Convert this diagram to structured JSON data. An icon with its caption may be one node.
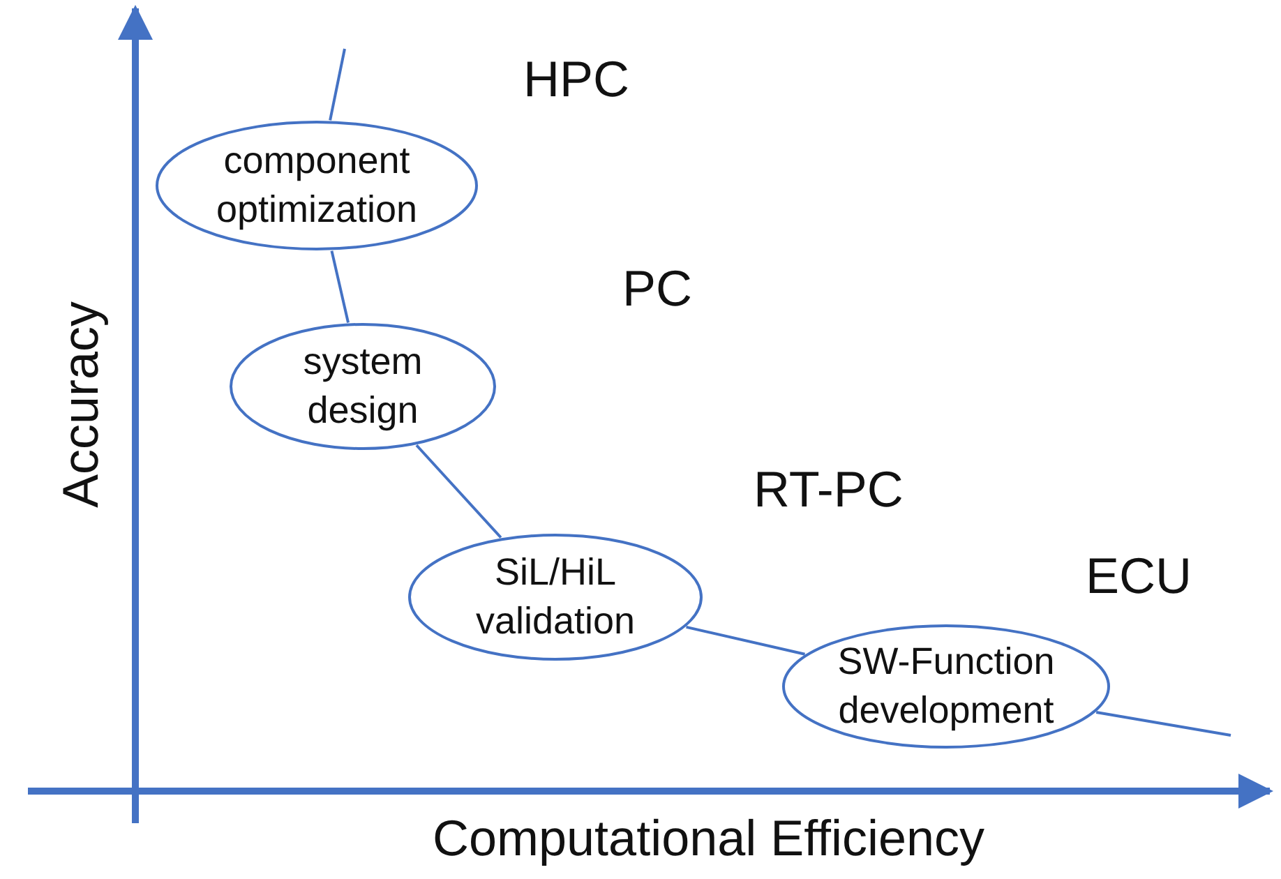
{
  "diagram": {
    "nodes": [
      {
        "text": [
          "component optimization"
        ]
      },
      {
        "text": [
          "system design"
        ]
      },
      {
        "text": [
          "SiL/HiL validation"
        ]
      },
      {
        "text": [
          "SW-Function development"
        ]
      }
    ],
    "edges": [
      {
        "from": null,
        "to": 0,
        "arrow": "none"
      },
      {
        "from": 0,
        "to": 1,
        "arrow": "none"
      },
      {
        "from": 1,
        "to": 2,
        "arrow": "none"
      },
      {
        "from": 2,
        "to": 3,
        "arrow": "none"
      },
      {
        "from": 3,
        "to": null,
        "arrow": "none"
      }
    ],
    "labels": [
      "HPC",
      "PC",
      "RT-PC",
      "ECU",
      "Accuracy",
      "Computational Efficiency"
    ]
  }
}
